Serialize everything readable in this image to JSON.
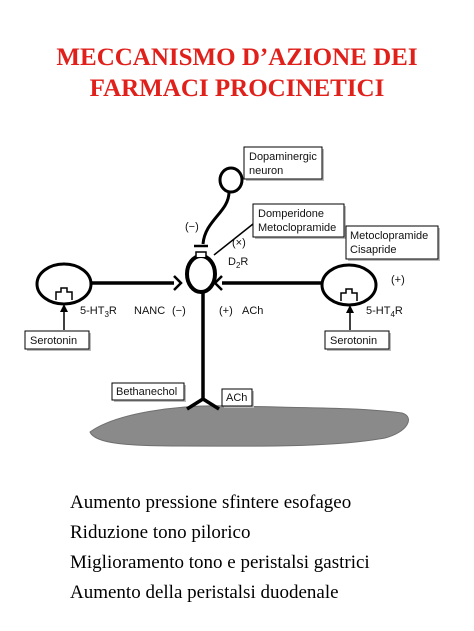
{
  "title": {
    "line1": "MECCANISMO D’AZIONE DEI",
    "line2": "FARMACI PROCINETICI"
  },
  "diagram": {
    "dopaminergic_neuron": [
      "Dopaminergic",
      "neuron"
    ],
    "domperidone_box": [
      "Domperidone",
      "Metoclopramide"
    ],
    "metoclopramide_box": [
      "Metoclopramide",
      "Cisapride"
    ],
    "serotonin_left": "Serotonin",
    "serotonin_right": "Serotonin",
    "bethanechol": "Bethanechol",
    "ach_box": "ACh",
    "minus_top": "(−)",
    "times_mark": "(×)",
    "d2r": "D",
    "d2r_sub": "2",
    "d2r_tail": "R",
    "plus_right": "(+)",
    "ht3_pre": "5-HT",
    "ht3_sub": "3",
    "ht3_tail": "R",
    "ht4_pre": "5-HT",
    "ht4_sub": "4",
    "ht4_tail": "R",
    "nanc": "NANC",
    "minus_mid": "(−)",
    "plus_mid": "(+)",
    "ach_mid": "ACh"
  },
  "bullets": [
    "Aumento pressione sfintere esofageo",
    "Riduzione tono pilorico",
    "Miglioramento tono e peristalsi gastrici",
    "Aumento della peristalsi duodenale"
  ]
}
